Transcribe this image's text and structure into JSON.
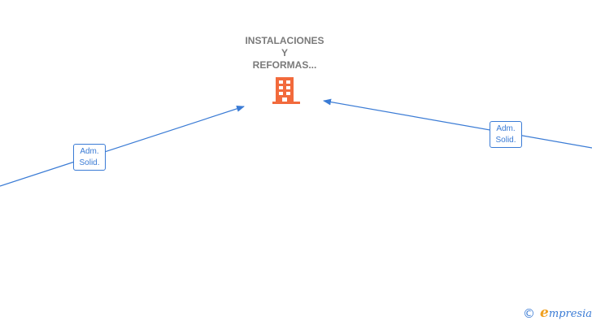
{
  "node": {
    "title_lines": [
      "INSTALACIONES",
      "Y",
      "REFORMAS..."
    ],
    "icon": "building-icon",
    "icon_color": "#f26a3c"
  },
  "edges": [
    {
      "id": "left",
      "label_lines": [
        "Adm.",
        "Solid."
      ]
    },
    {
      "id": "right",
      "label_lines": [
        "Adm.",
        "Solid."
      ]
    }
  ],
  "colors": {
    "edge": "#3a7bd5",
    "title": "#7a7a7a"
  },
  "footer": {
    "copyright_symbol": "©",
    "brand_initial": "e",
    "brand_rest": "mpresia"
  }
}
